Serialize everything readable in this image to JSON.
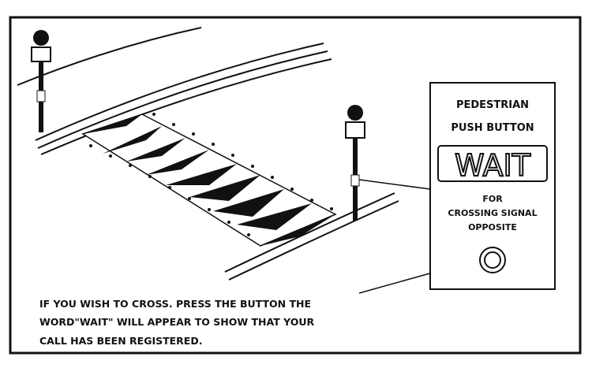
{
  "sign": {
    "line1": "PEDESTRIAN",
    "line2": "PUSH BUTTON",
    "display": "WAIT",
    "line3": "FOR",
    "line4": "CROSSING SIGNAL",
    "line5": "OPPOSITE"
  },
  "caption": {
    "line1": "IF YOU WISH TO CROSS. PRESS THE BUTTON THE",
    "line2": "WORD\"WAIT\" WILL APPEAR TO SHOW THAT YOUR",
    "line3": "CALL HAS BEEN REGISTERED."
  }
}
